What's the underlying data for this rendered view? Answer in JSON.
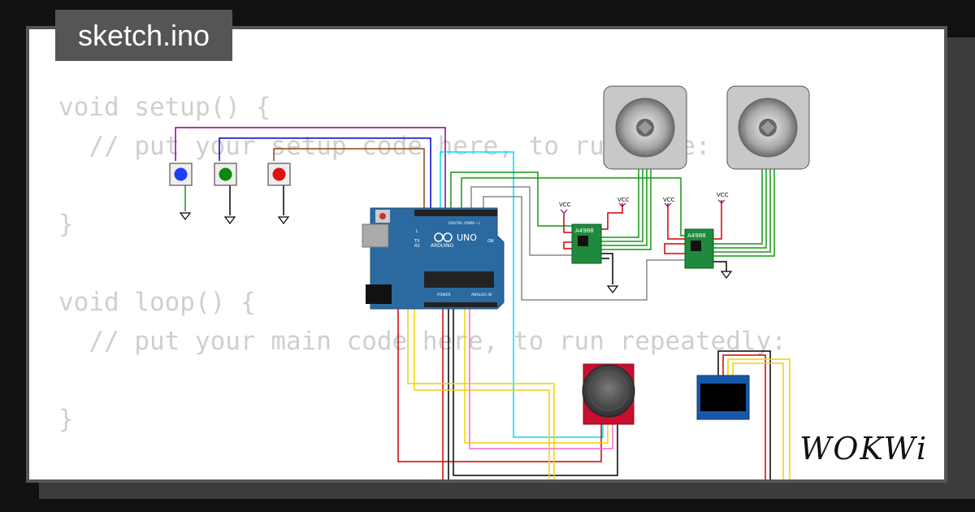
{
  "project": {
    "filename": "sketch.ino"
  },
  "code_lines": [
    "void setup() {",
    "  // put your setup code here, to run once:",
    "",
    "}",
    "",
    "void loop() {",
    "  // put your main code here, to run repeatedly:",
    "",
    "}"
  ],
  "components": {
    "arduino": {
      "board_label": "UNO",
      "brand": "ARDUINO",
      "digital_label": "DIGITAL (PWM ~)",
      "power_label": "POWER",
      "analog_label": "ANALOG IN",
      "tx": "TX",
      "rx": "RX",
      "l": "L",
      "on": "ON"
    },
    "drivers": [
      {
        "label": "A4988"
      },
      {
        "label": "A4988"
      }
    ],
    "vcc_label": "VCC",
    "buttons": [
      {
        "color": "#1e3ff5"
      },
      {
        "color": "#0b8a0b"
      },
      {
        "color": "#e01010"
      }
    ]
  },
  "brand": {
    "logo": "WOKWi"
  },
  "colors": {
    "arduino": "#2b6aa1",
    "driver": "#1f8a3c",
    "joystick": "#c8102e",
    "oled": "#1858a8",
    "wire_red": "#d00000",
    "wire_yellow": "#f5d000",
    "wire_cyan": "#00d8ff",
    "wire_green": "#139913",
    "wire_purple": "#8b008b",
    "wire_blue": "#0000cc",
    "wire_brown": "#8b4513",
    "wire_gray": "#888888",
    "wire_pink": "#ff66cc",
    "wire_black": "#000000"
  }
}
